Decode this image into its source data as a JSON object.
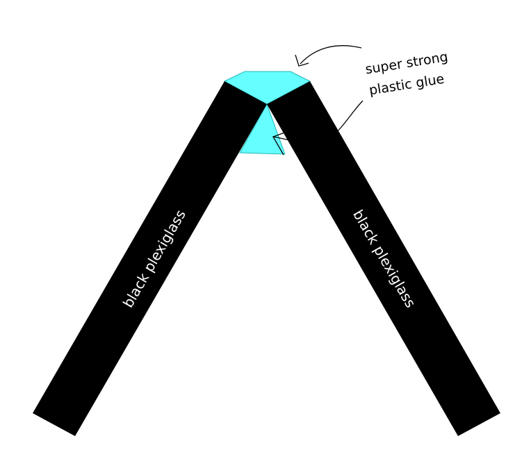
{
  "colors": {
    "plexiglass": "#000000",
    "glue": "#66ffff",
    "glue_edge": "#1fb5b5",
    "background": "#ffffff",
    "text_on_dark": "#ffffff",
    "annotation": "#000000"
  },
  "labels": {
    "left_bar": "black plexiglass",
    "right_bar": "black plexiglass",
    "glue_line1": "super strong",
    "glue_line2": "plastic glue"
  }
}
